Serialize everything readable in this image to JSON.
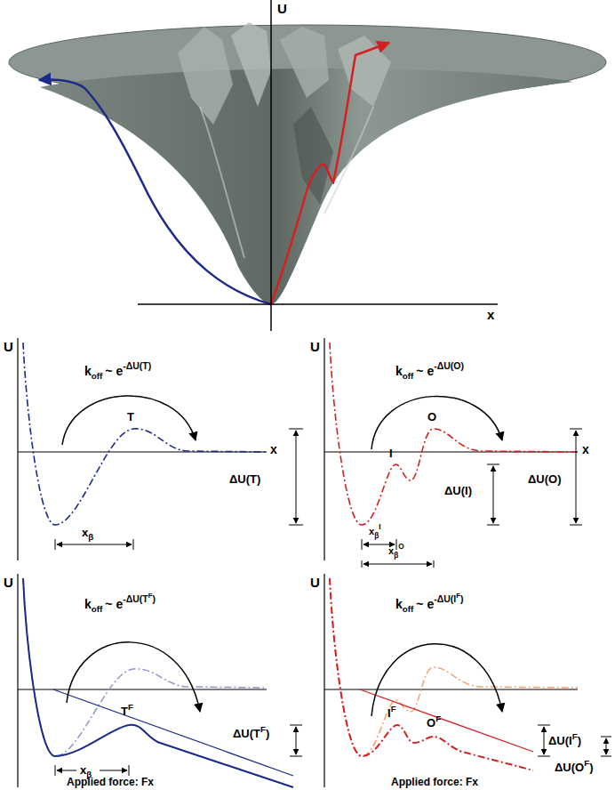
{
  "diagram": {
    "labels": [
      "U",
      "x",
      "U",
      "k",
      "off",
      "~ e",
      "-ΔU(T)",
      "T",
      "x",
      "ΔU(T)",
      "x",
      "β",
      "U",
      "k",
      "off",
      "~ e",
      "-ΔU(O)",
      "I",
      "O",
      "x",
      "ΔU(I)",
      "ΔU(O)",
      "x",
      "β",
      "I",
      "x",
      "β",
      "O",
      "U",
      "k",
      "off",
      "~ e",
      "-ΔU(T",
      "F",
      ")",
      "T",
      "F",
      "ΔU(T",
      "F",
      ")",
      "x",
      "β",
      "Applied force: Fx",
      "U",
      "k",
      "off",
      "~ e",
      "-ΔU(I",
      "F",
      ")",
      "I",
      "F",
      "O",
      "F",
      "ΔU(I",
      "F",
      ")",
      "ΔU(O",
      "F",
      ")",
      "Applied force: Fx"
    ]
  }
}
